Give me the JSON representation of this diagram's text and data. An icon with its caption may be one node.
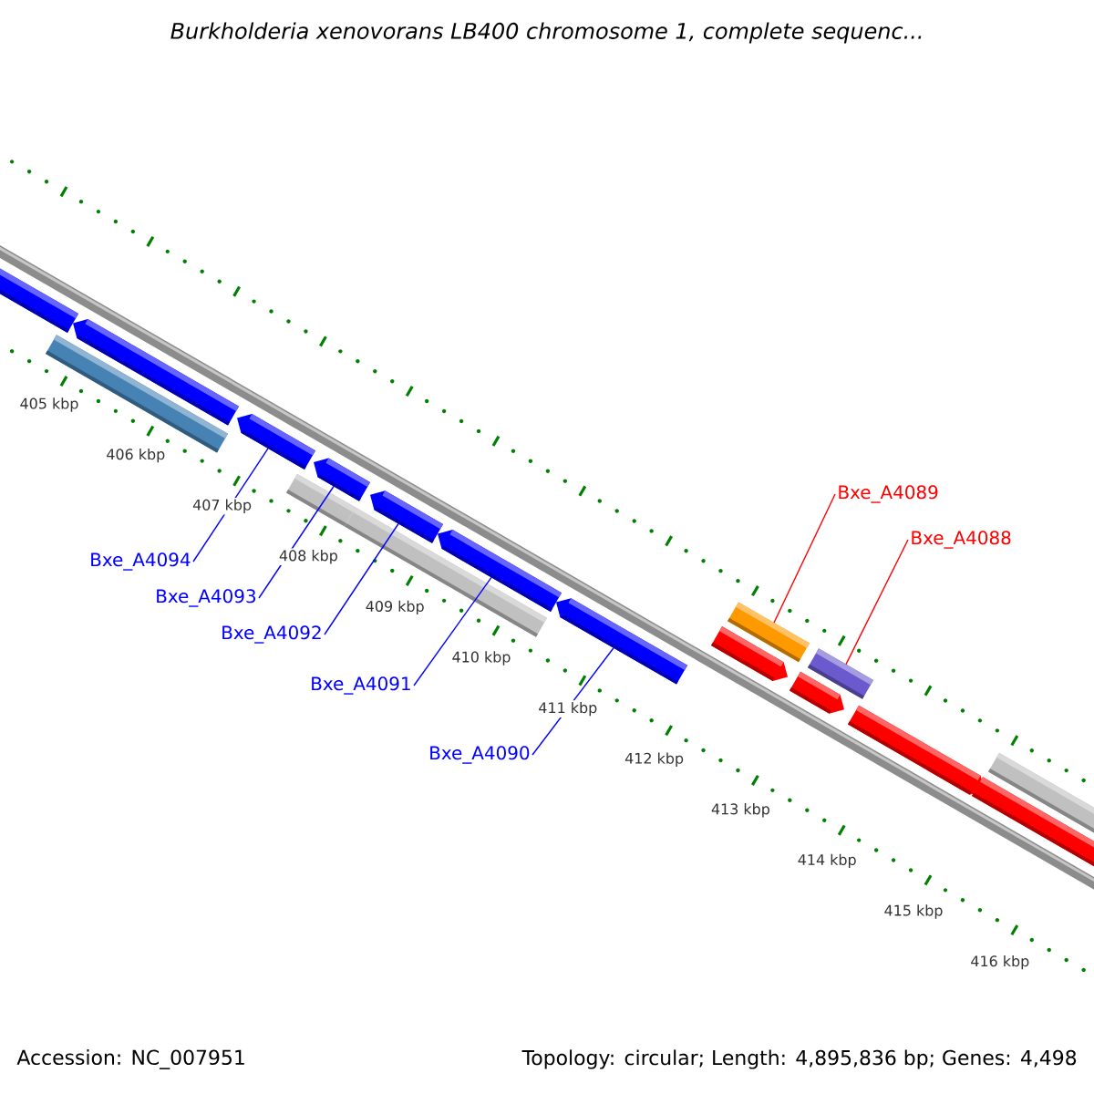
{
  "diagram": {
    "title": "Burkholderia xenovorans LB400 chromosome 1, complete sequenc...",
    "nodes": [
      {
        "text": [
          "Bxe_A4089"
        ]
      },
      {
        "text": [
          "Bxe_A4088"
        ]
      },
      {
        "text": [
          "Bxe_A4094"
        ]
      },
      {
        "text": [
          "Bxe_A4093"
        ]
      },
      {
        "text": [
          "Bxe_A4092"
        ]
      },
      {
        "text": [
          "Bxe_A4091"
        ]
      },
      {
        "text": [
          "Bxe_A4090"
        ]
      },
      {
        "text": [],
        "shape": "pentagon"
      },
      {
        "text": [],
        "shape": "pentagon"
      },
      {
        "text": [],
        "shape": "pentagon"
      },
      {
        "text": [],
        "shape": "pentagon"
      },
      {
        "text": [],
        "shape": "pentagon"
      },
      {
        "text": [],
        "shape": "pentagon"
      },
      {
        "text": [],
        "shape": "pentagon"
      },
      {
        "text": [],
        "shape": "box"
      },
      {
        "text": [],
        "shape": "box"
      },
      {
        "text": [],
        "shape": "box"
      },
      {
        "text": [],
        "shape": "pentagon"
      },
      {
        "text": [],
        "shape": "pentagon"
      },
      {
        "text": [],
        "shape": "pentagon"
      },
      {
        "text": [],
        "shape": "pentagon"
      },
      {
        "text": [],
        "shape": "box"
      },
      {
        "text": [],
        "shape": "box"
      },
      {
        "text": [],
        "shape": "box"
      }
    ],
    "edges": [
      {
        "from": 0,
        "to": 21,
        "arrow": "none",
        "color": "#ff0000"
      },
      {
        "from": 1,
        "to": 22,
        "arrow": "none",
        "color": "#ff0000"
      },
      {
        "from": 2,
        "to": 9,
        "arrow": "none"
      },
      {
        "from": 3,
        "to": 10,
        "arrow": "none"
      },
      {
        "from": 4,
        "to": 11,
        "arrow": "none"
      },
      {
        "from": 5,
        "to": 12,
        "arrow": "none"
      },
      {
        "from": 6,
        "to": 13,
        "arrow": "none"
      }
    ],
    "labels": [
      "405 kbp",
      "406 kbp",
      "407 kbp",
      "408 kbp",
      "409 kbp",
      "410 kbp",
      "411 kbp",
      "412 kbp",
      "413 kbp",
      "414 kbp",
      "415 kbp",
      "416 kbp",
      "Accession: NC_007951",
      "Topology: circular; Length: 4,895,836 bp; Genes: 4,498"
    ]
  }
}
